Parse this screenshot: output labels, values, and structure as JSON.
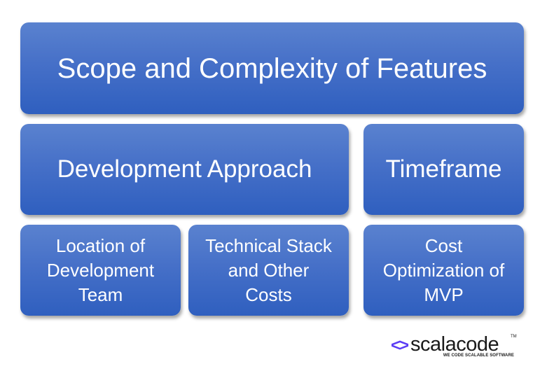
{
  "diagram": {
    "top": {
      "label": "Scope and Complexity of Features"
    },
    "middle": [
      {
        "label": "Development Approach"
      },
      {
        "label": "Timeframe"
      }
    ],
    "bottom": [
      {
        "lines": [
          "Location of",
          "Development",
          "Team"
        ]
      },
      {
        "lines": [
          "Technical Stack",
          "and Other",
          "Costs"
        ]
      },
      {
        "lines": [
          "Cost",
          "Optimization of",
          "MVP"
        ]
      }
    ],
    "colors": {
      "box_top": "#5a82cf",
      "box_bottom": "#2f5fbf",
      "text": "#ffffff"
    }
  },
  "logo": {
    "mark": "<>",
    "name": "scalacode",
    "trademark": "TM",
    "tagline": "WE CODE SCALABLE SOFTWARE",
    "mark_color": "#5b3df5"
  }
}
